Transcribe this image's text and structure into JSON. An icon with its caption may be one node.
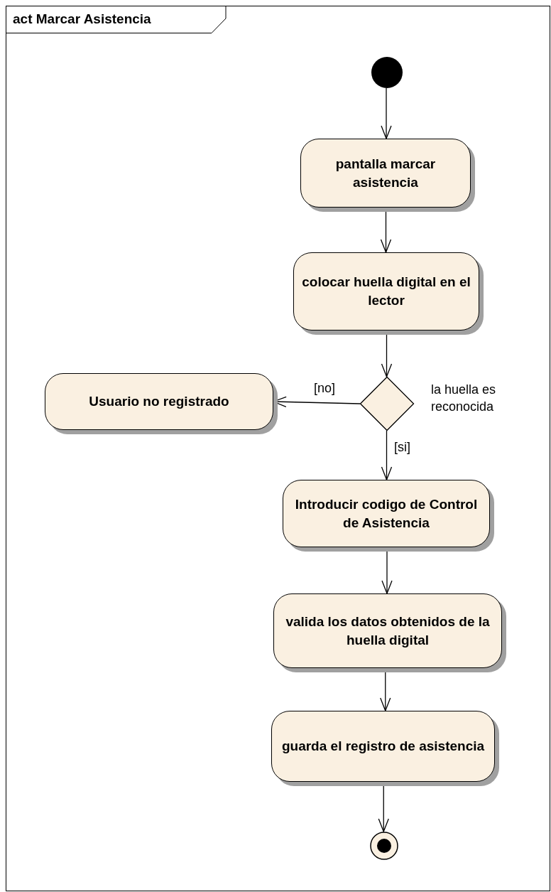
{
  "diagram": {
    "title": "act Marcar Asistencia",
    "nodes": [
      {
        "text": [],
        "shape": "circle"
      },
      {
        "text": [
          "pantalla marcar asistencia"
        ]
      },
      {
        "text": [
          "colocar huella digital en el lector"
        ]
      },
      {
        "text": [
          "Usuario no registrado"
        ]
      },
      {
        "text": [],
        "shape": "diamond",
        "beside": [
          "la huella es reconocida"
        ]
      },
      {
        "text": [
          "Introducir codigo de Control de Asistencia"
        ]
      },
      {
        "text": [
          "valida los datos obtenidos de la huella digital"
        ]
      },
      {
        "text": [
          "guarda el registro de asistencia"
        ]
      },
      {
        "text": [],
        "shape": "circle"
      }
    ],
    "edges": [
      {
        "from": 0,
        "to": 1,
        "arrow": "to"
      },
      {
        "from": 1,
        "to": 2,
        "arrow": "to"
      },
      {
        "from": 2,
        "to": 4,
        "arrow": "to"
      },
      {
        "from": 4,
        "to": 3,
        "arrow": "to",
        "label": "[no]"
      },
      {
        "from": 4,
        "to": 5,
        "arrow": "to",
        "label": "[si]"
      },
      {
        "from": 5,
        "to": 6,
        "arrow": "to"
      },
      {
        "from": 6,
        "to": 7,
        "arrow": "to"
      },
      {
        "from": 7,
        "to": 8,
        "arrow": "to"
      }
    ]
  }
}
